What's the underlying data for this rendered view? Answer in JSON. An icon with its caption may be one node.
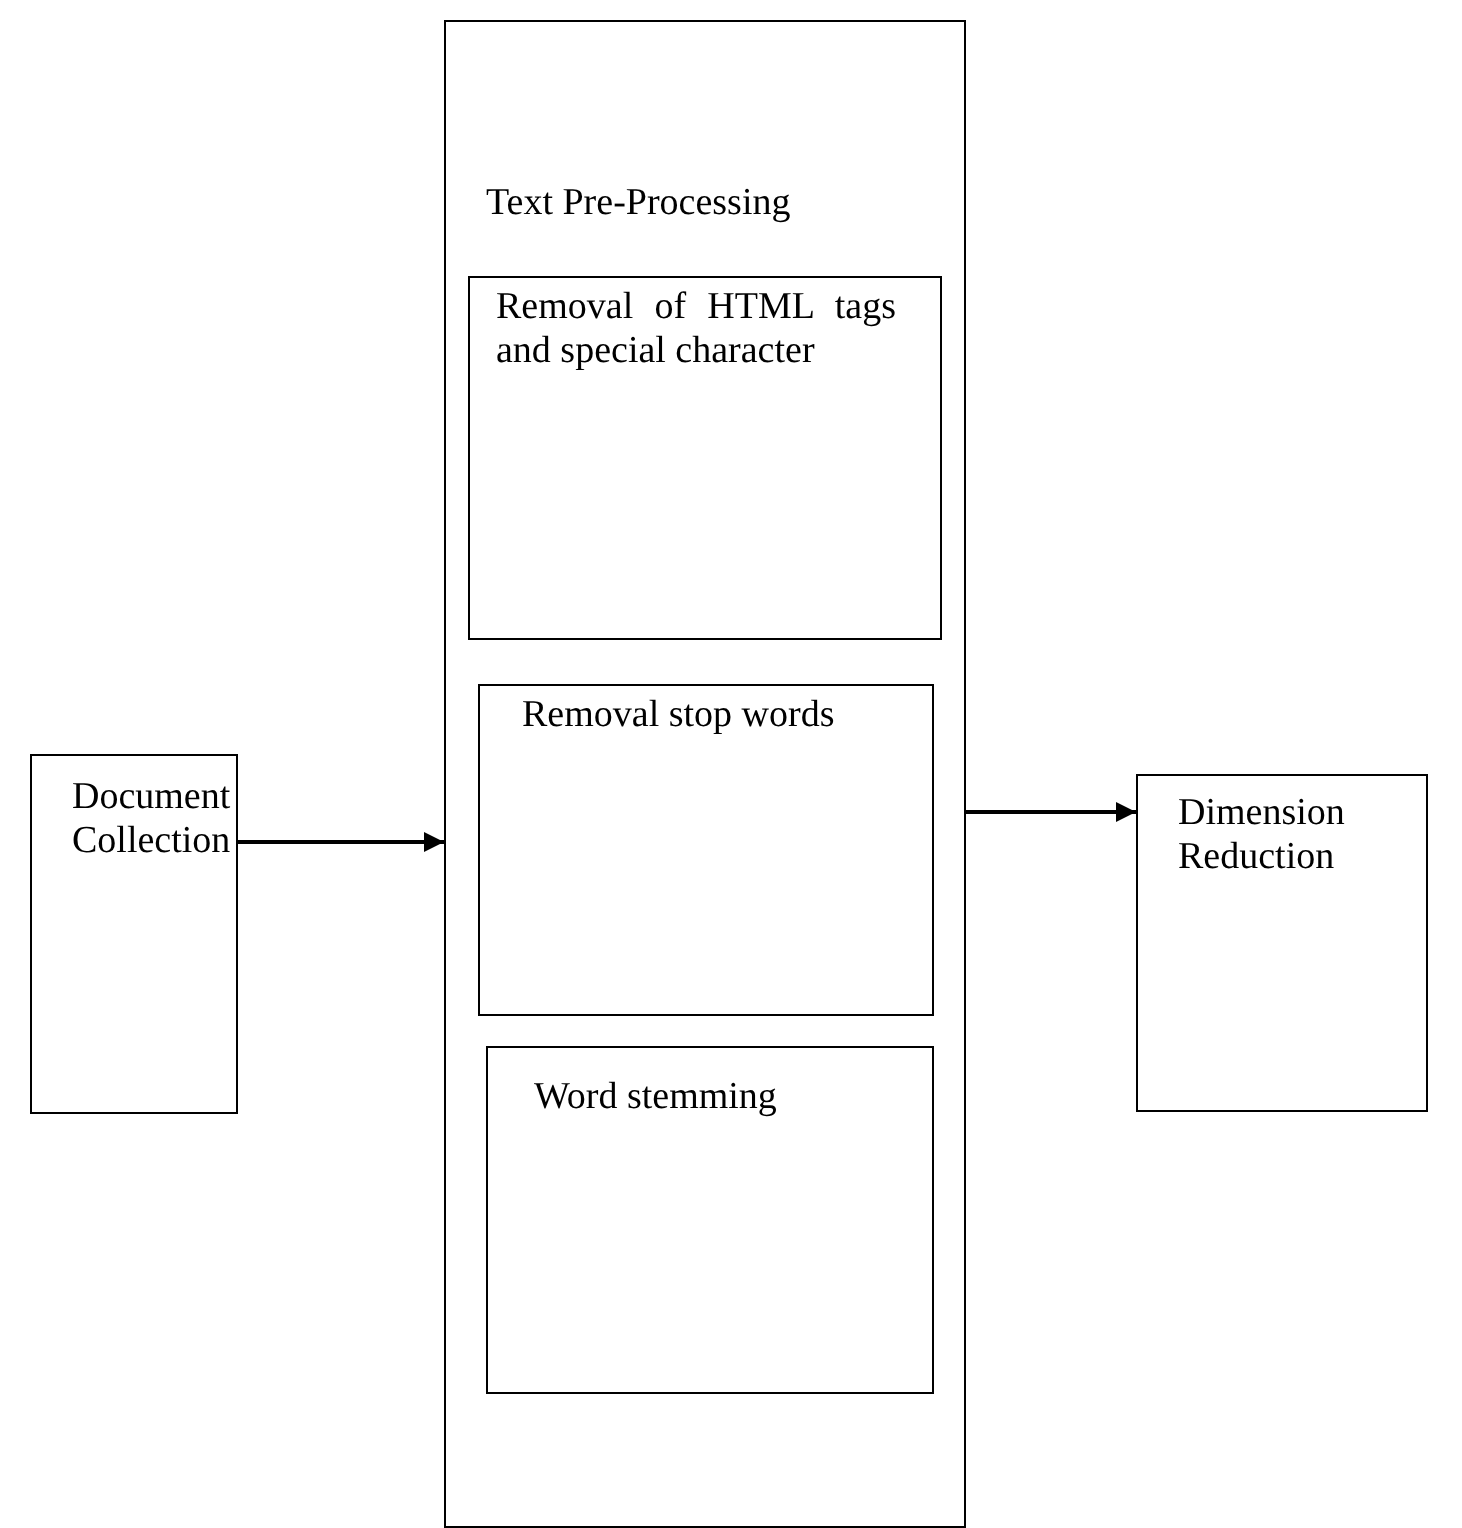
{
  "diagram": {
    "nodes": [
      {
        "text": [
          "Document Collection"
        ]
      },
      {
        "text": [
          "Text Pre-Processing"
        ]
      },
      {
        "text": [
          "Removal of HTML tags and special character"
        ],
        "in": 1
      },
      {
        "text": [
          "Removal stop words"
        ],
        "in": 1
      },
      {
        "text": [
          "Word stemming"
        ],
        "in": 1
      },
      {
        "text": [
          "Dimension Reduction"
        ]
      }
    ],
    "edges": [
      {
        "from": 0,
        "to": 1,
        "arrow": "to"
      },
      {
        "from": 1,
        "to": 5,
        "arrow": "to"
      }
    ]
  }
}
